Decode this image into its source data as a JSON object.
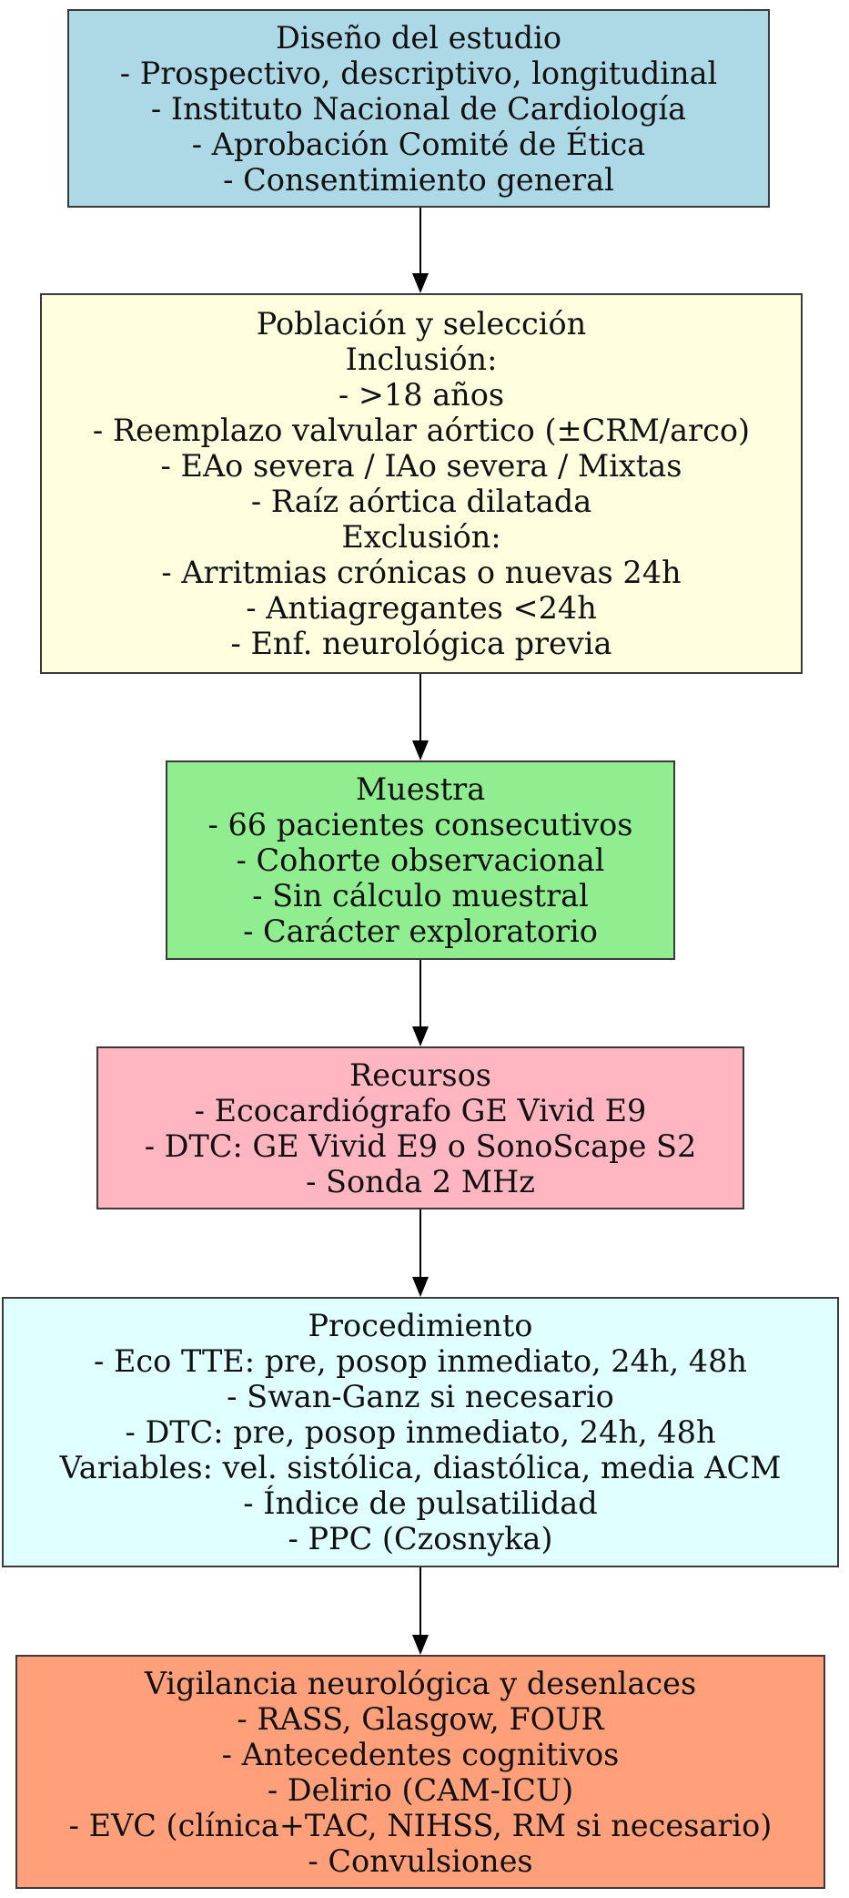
{
  "colors": {
    "node_border": "#3a3a3a",
    "edge": "#000000",
    "text": "#111111"
  },
  "nodes": [
    {
      "id": "n1",
      "fill": "#add8e6",
      "lines": [
        "Diseño del estudio",
        "- Prospectivo, descriptivo, longitudinal",
        "- Instituto Nacional de Cardiología",
        "- Aprobación Comité de Ética",
        "- Consentimiento general"
      ]
    },
    {
      "id": "n2",
      "fill": "#ffffe0",
      "lines": [
        "Población y selección",
        "Inclusión:",
        "- >18 años",
        "- Reemplazo valvular aórtico (±CRM/arco)",
        "- EAo severa / IAo severa / Mixtas",
        "- Raíz aórtica dilatada",
        "Exclusión:",
        "- Arritmias crónicas o nuevas 24h",
        "- Antiagregantes <24h",
        "- Enf. neurológica previa"
      ]
    },
    {
      "id": "n3",
      "fill": "#90ee90",
      "lines": [
        "Muestra",
        "- 66 pacientes consecutivos",
        "- Cohorte observacional",
        "- Sin cálculo muestral",
        "- Carácter exploratorio"
      ]
    },
    {
      "id": "n4",
      "fill": "#ffb6c1",
      "lines": [
        "Recursos",
        "- Ecocardiógrafo GE Vivid E9",
        "- DTC: GE Vivid E9 o SonoScape S2",
        "- Sonda 2 MHz"
      ]
    },
    {
      "id": "n5",
      "fill": "#e0ffff",
      "lines": [
        "Procedimiento",
        "- Eco TTE: pre, posop inmediato, 24h, 48h",
        "- Swan-Ganz si necesario",
        "- DTC: pre, posop inmediato, 24h, 48h",
        "Variables: vel. sistólica, diastólica, media ACM",
        "- Índice de pulsatilidad",
        "- PPC (Czosnyka)"
      ]
    },
    {
      "id": "n6",
      "fill": "#ffa07a",
      "lines": [
        "Vigilancia neurológica y desenlaces",
        "- RASS, Glasgow, FOUR",
        "- Antecedentes cognitivos",
        "- Delirio (CAM-ICU)",
        "- EVC (clínica+TAC, NIHSS, RM si necesario)",
        "- Convulsiones"
      ]
    }
  ],
  "edges": [
    [
      "n1",
      "n2"
    ],
    [
      "n2",
      "n3"
    ],
    [
      "n3",
      "n4"
    ],
    [
      "n4",
      "n5"
    ],
    [
      "n5",
      "n6"
    ]
  ]
}
